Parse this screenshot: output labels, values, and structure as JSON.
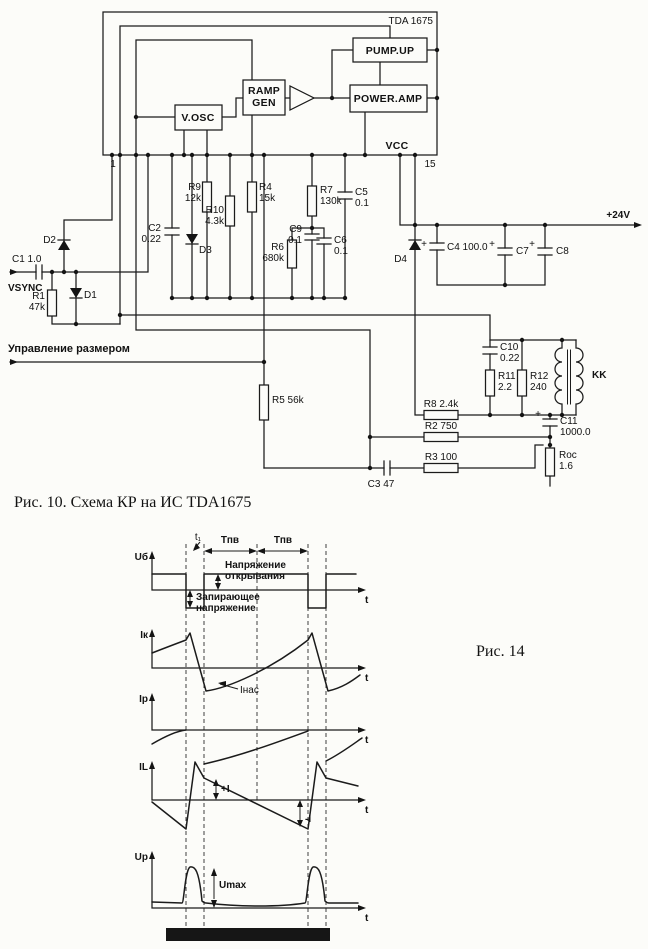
{
  "figure10": {
    "caption": "Рис. 10. Схема КР на ИС TDA1675",
    "ic": {
      "name": "TDA 1675",
      "blocks": {
        "pump_up": "PUMP.UP",
        "ramp1": "RAMP",
        "ramp2": "GEN",
        "power_amp": "POWER.AMP",
        "v_osc": "V.OSC",
        "vcc": "VCC"
      },
      "pin1": "1",
      "pin15": "15"
    },
    "input": {
      "vsync": "VSYNC",
      "size_control": "Управление размером"
    },
    "rail": "+24V",
    "coil": "KK",
    "comp": {
      "plus": "+",
      "c1": "C1 1.0",
      "d1": "D1",
      "d2": "D2",
      "d3": "D3",
      "d4": "D4",
      "r1": "R1",
      "r1v": "47k",
      "c2": "C2",
      "c2v": "0.22",
      "r9": "R9",
      "r9v": "12k",
      "r10": "R10",
      "r10v": "4.3k",
      "r4": "R4",
      "r4v": "15k",
      "r7": "R7",
      "r7v": "130k",
      "c9": "C9",
      "c9v": "0.1",
      "r6": "R6",
      "r6v": "680k",
      "c6": "C6",
      "c6v": "0.1",
      "c5": "C5",
      "c5v": "0.1",
      "c4": "C4 100.0",
      "c7": "C7",
      "c8": "C8",
      "r5": "R5 56k",
      "c10": "C10",
      "c10v": "0.22",
      "r11": "R11",
      "r11v": "2.2",
      "r12": "R12",
      "r12v": "240",
      "r8": "R8 2.4k",
      "r2": "R2 750",
      "c3": "C3 47",
      "r3": "R3 100",
      "c11": "C11",
      "c11v": "1000.0",
      "roc": "Roc",
      "rocv": "1.6"
    }
  },
  "figure14": {
    "caption": "Рис. 14",
    "t1": "t₁",
    "tp": "Тпв",
    "taxis": "t",
    "ax": {
      "ub": "Uб",
      "ik": "Iк",
      "ip": "Iр",
      "il": "IL",
      "up": "Uр"
    },
    "ann": {
      "open1": "Напряжение",
      "open2": "открывания",
      "blk1": "Запирающее",
      "blk2": "напряжение",
      "inas": "Iнас",
      "ipl": "+I",
      "imin": "-I",
      "umax": "Umax"
    }
  }
}
